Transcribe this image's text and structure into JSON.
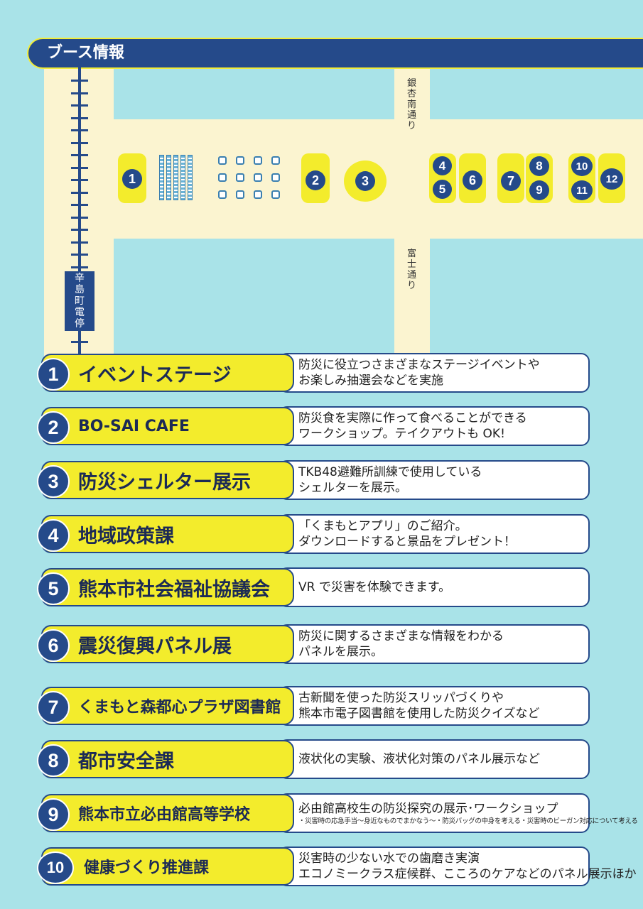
{
  "header": {
    "title": "ブース情報"
  },
  "map": {
    "road_labels": {
      "ginnan": "銀杏南通り",
      "fuji": "富士通り"
    },
    "tram_stop": "辛島町電停",
    "booth_numbers": [
      "1",
      "2",
      "3",
      "4",
      "5",
      "6",
      "7",
      "8",
      "9",
      "10",
      "11",
      "12"
    ]
  },
  "booths": [
    {
      "num": "1",
      "name": "イベントステージ",
      "lines": [
        "防災に役立つさまざまなステージイベントや",
        "お楽しみ抽選会などを実施"
      ]
    },
    {
      "num": "2",
      "name": "BO-SAI CAFE",
      "lines": [
        "防災食を実際に作って食べることができる",
        "ワークショップ。テイクアウトも OK!"
      ]
    },
    {
      "num": "3",
      "name": "防災シェルター展示",
      "lines": [
        "TKB48避難所訓練で使用している",
        "シェルターを展示。"
      ]
    },
    {
      "num": "4",
      "name": "地域政策課",
      "lines": [
        "「くまもとアプリ」のご紹介。",
        "ダウンロードすると景品をプレゼント！"
      ]
    },
    {
      "num": "5",
      "name": "熊本市社会福祉協議会",
      "lines": [
        "VR で災害を体験できます。"
      ]
    },
    {
      "num": "6",
      "name": "震災復興パネル展",
      "lines": [
        "防災に関するさまざまな情報をわかる",
        "パネルを展示。"
      ]
    },
    {
      "num": "7",
      "name": "くまもと森都心プラザ図書館",
      "lines": [
        "古新聞を使った防災スリッパづくりや",
        "熊本市電子図書館を使用した防災クイズなど"
      ]
    },
    {
      "num": "8",
      "name": "都市安全課",
      "lines": [
        "液状化の実験、液状化対策のパネル展示など"
      ]
    },
    {
      "num": "9",
      "name": "熊本市立必由館高等学校",
      "lines": [
        "必由館高校生の防災探究の展示･ワークショップ"
      ],
      "subline": "・災害時の応急手当〜身近なものでまかなう〜・防災バッグの中身を考える・災害時のビーガン対応について考える"
    },
    {
      "num": "10",
      "name": "健康づくり推進課",
      "lines": [
        "災害時の少ない水での歯磨き実演",
        "エコノミークラス症候群、こころのケアなどのパネル展示ほか"
      ]
    }
  ],
  "colors": {
    "navy": "#254a8a",
    "yellow": "#f3ec2c",
    "sky": "#a9e3e8",
    "road": "#fbf4d0"
  }
}
